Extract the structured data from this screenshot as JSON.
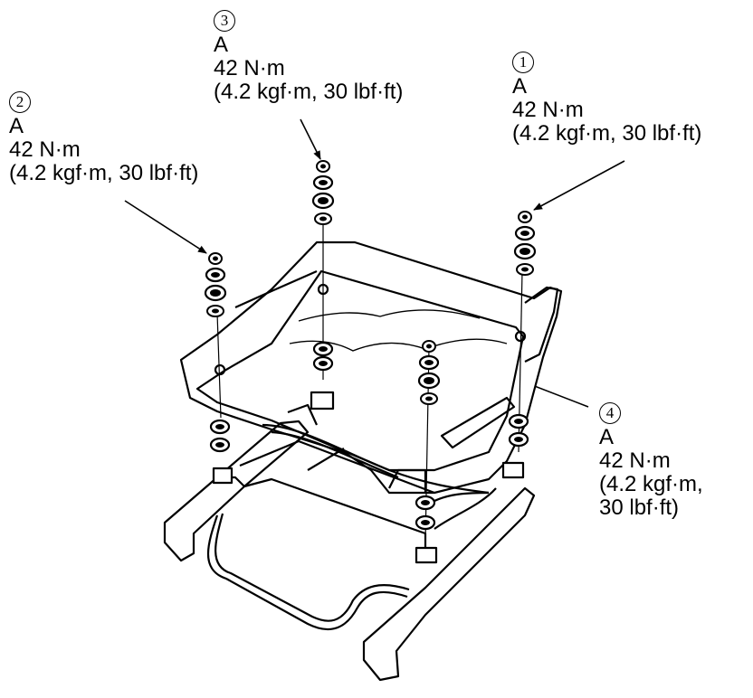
{
  "callouts": [
    {
      "number": "3",
      "letter": "A",
      "torque": "42 N·m",
      "spec": "(4.2 kgf·m, 30 lbf·ft)"
    },
    {
      "number": "1",
      "letter": "A",
      "torque": "42 N·m",
      "spec": "(4.2 kgf·m, 30 lbf·ft)"
    },
    {
      "number": "2",
      "letter": "A",
      "torque": "42 N·m",
      "spec": "(4.2 kgf·m, 30 lbf·ft)"
    },
    {
      "number": "4",
      "letter": "A",
      "torque": "42 N·m",
      "spec_line1": "(4.2 kgf·m,",
      "spec_line2": "30 lbf·ft)"
    }
  ]
}
